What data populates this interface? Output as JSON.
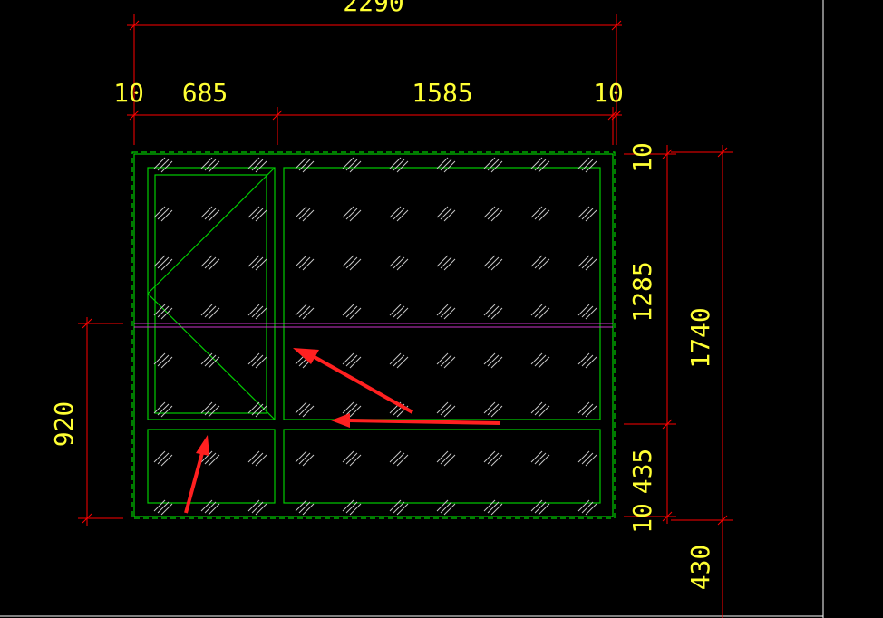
{
  "colors": {
    "background": "#000000",
    "dimension_line": "#ff0000",
    "dimension_text": "#ffff33",
    "frame": "#00cc00",
    "glass_hatch": "#c8c8c8",
    "datum_line": "#cc33cc",
    "annotation_arrow": "#ff2020",
    "border": "#ffffff"
  },
  "dimensions": {
    "overall_width": "2290",
    "left_margin": "10",
    "left_panel_width": "685",
    "right_panel_width": "1585",
    "right_margin": "10",
    "top_margin": "10",
    "upper_height": "1285",
    "overall_height": "1740",
    "lower_height": "435",
    "bottom_margin": "10",
    "left_side_height": "920",
    "sill_height": "430"
  },
  "annotations": {
    "arrow_count": 3
  }
}
